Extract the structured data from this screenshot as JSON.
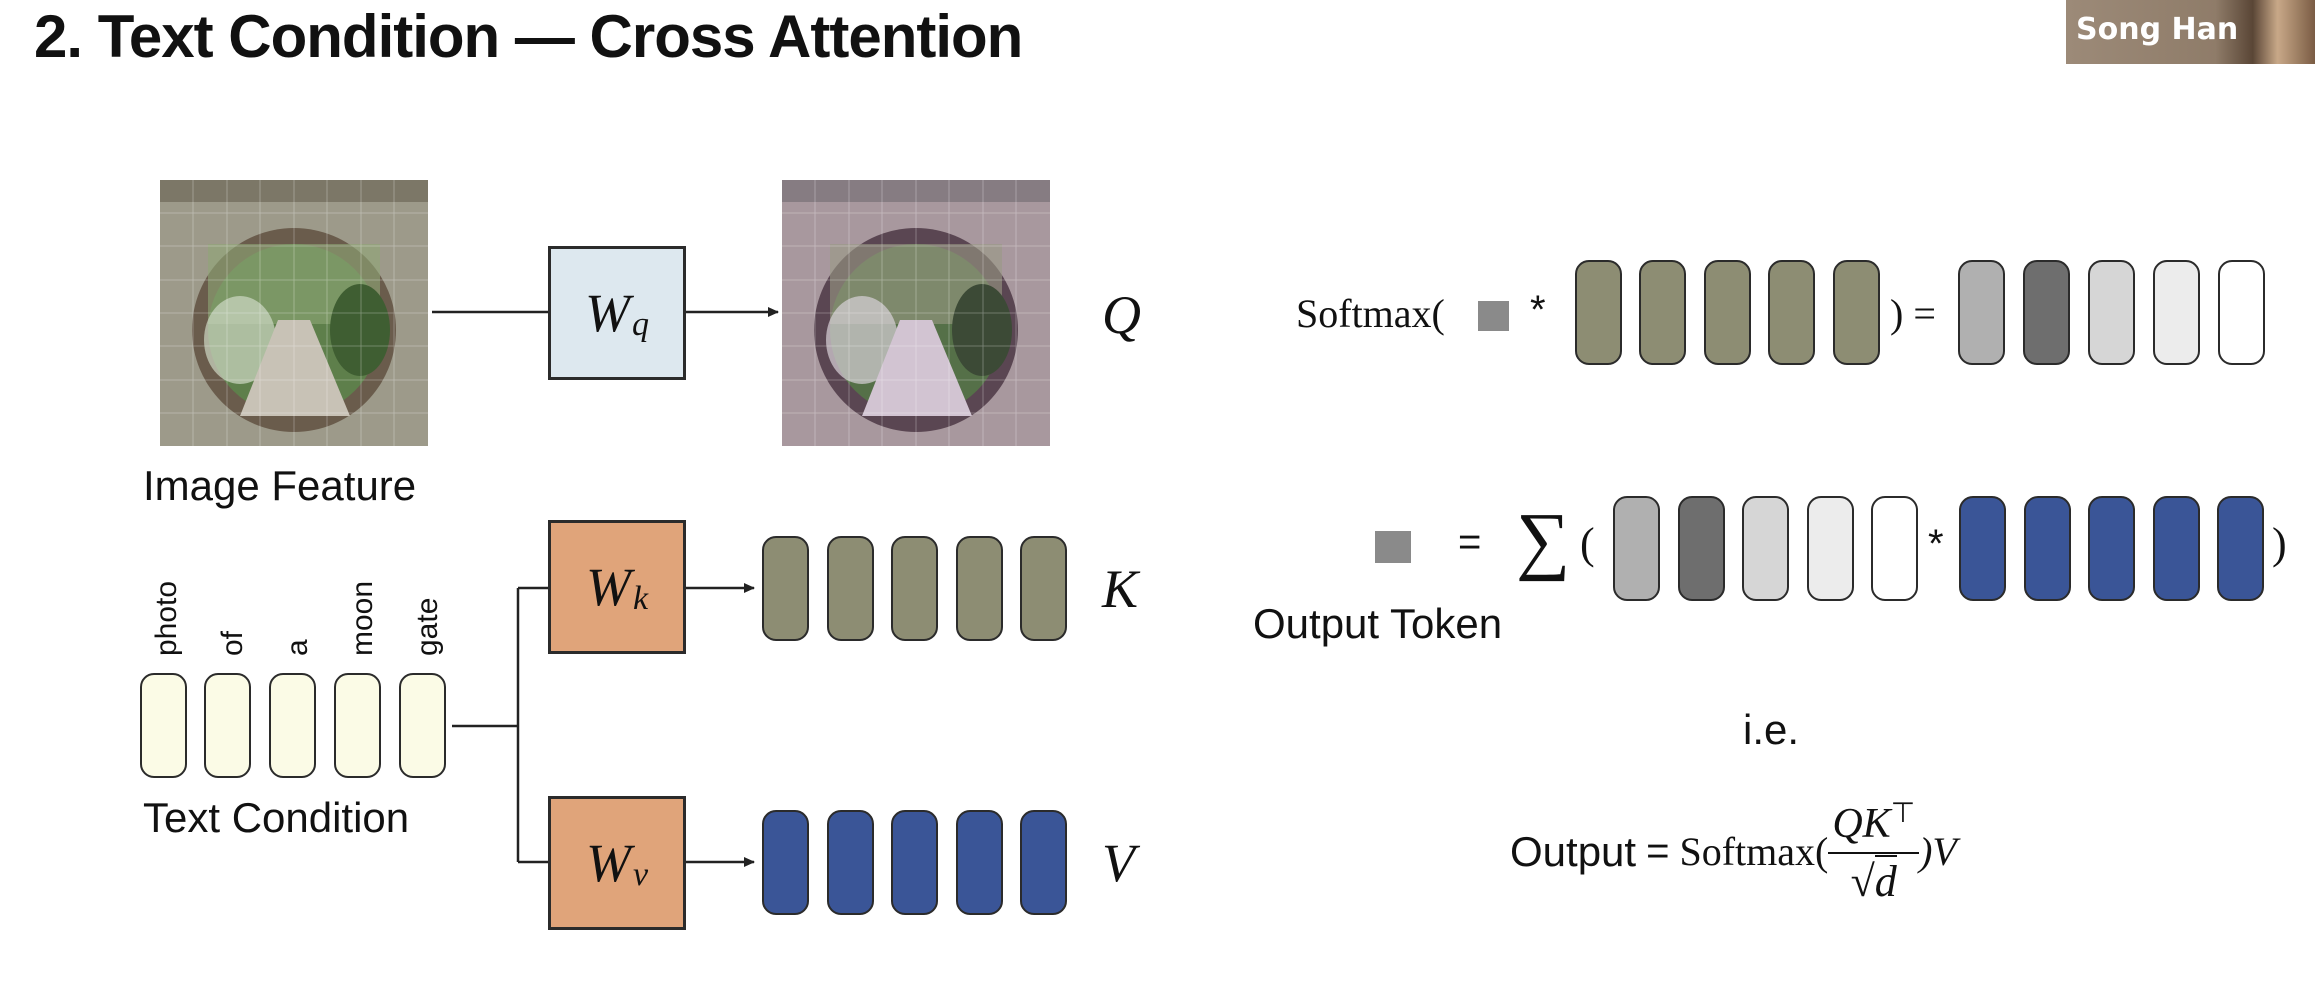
{
  "slide": {
    "title": "2. Text Condition — Cross Attention",
    "presenter": "Song Han"
  },
  "left": {
    "image_feature_label": "Image Feature",
    "text_condition_label": "Text Condition",
    "words": [
      "photo",
      "of",
      "a",
      "moon",
      "gate"
    ],
    "wq": {
      "symbol": "W",
      "sub": "q"
    },
    "wk": {
      "symbol": "W",
      "sub": "k"
    },
    "wv": {
      "symbol": "W",
      "sub": "v"
    },
    "q_label": "Q",
    "k_label": "K",
    "v_label": "V"
  },
  "right": {
    "softmax_open": "Softmax(",
    "star": "*",
    "close_eq": ") =",
    "eq": "=",
    "sigma": "∑",
    "paren_open": "(",
    "paren_close": ")",
    "output_token_label": "Output Token",
    "ie": "i.e.",
    "formula": {
      "output": "Output",
      "eq": "=",
      "softmax": "Softmax(",
      "numerator": "QK",
      "transpose": "⊤",
      "sqrt": "√",
      "d": "d",
      "close": ")V"
    }
  },
  "colors": {
    "text_token": "#fbfbe6",
    "key_token": "#8d8d73",
    "value_token": "#3a5597",
    "wq_fill": "#dde8ef",
    "wkv_fill": "#e0a47a",
    "attention_weights": [
      "#b0b0b0",
      "#6e6e6e",
      "#d6d6d6",
      "#ececec",
      "#ffffff"
    ]
  }
}
